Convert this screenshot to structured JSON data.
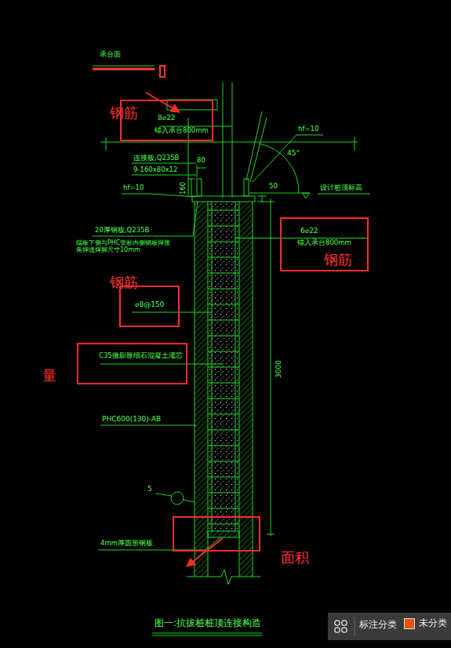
{
  "diagram": {
    "title": "图一:抗拔桩桩顶连接构造",
    "nodes": [
      {
        "text": [
          "8⌀22",
          "锚入承台800mm"
        ]
      },
      {
        "text": [
          "6⌀22",
          "锚入承台800mm",
          "钢筋"
        ]
      },
      {
        "text": [
          "⌀8@150"
        ]
      },
      {
        "text": [
          "C35微膨胀细石混凝土灌芯"
        ]
      }
    ],
    "labels": [
      "承台面",
      "80",
      "连接板,Q235B",
      "9-160x80x12",
      "hf=10",
      "160",
      "hf=10",
      "45°",
      "50",
      "设计桩顶标高",
      "20厚钢板,Q235B",
      "端板下侧与PHC管桩内侧钢板焊接 角焊缝焊脚尺寸10mm",
      "3000",
      "PHC600(130)-AB",
      "5",
      "4mm厚圆形钢板",
      "钢筋",
      "钢筋",
      "量",
      "面积",
      "标注分类"
    ],
    "legend": [
      {
        "text": "未分类",
        "color": "#e8530e"
      }
    ]
  }
}
